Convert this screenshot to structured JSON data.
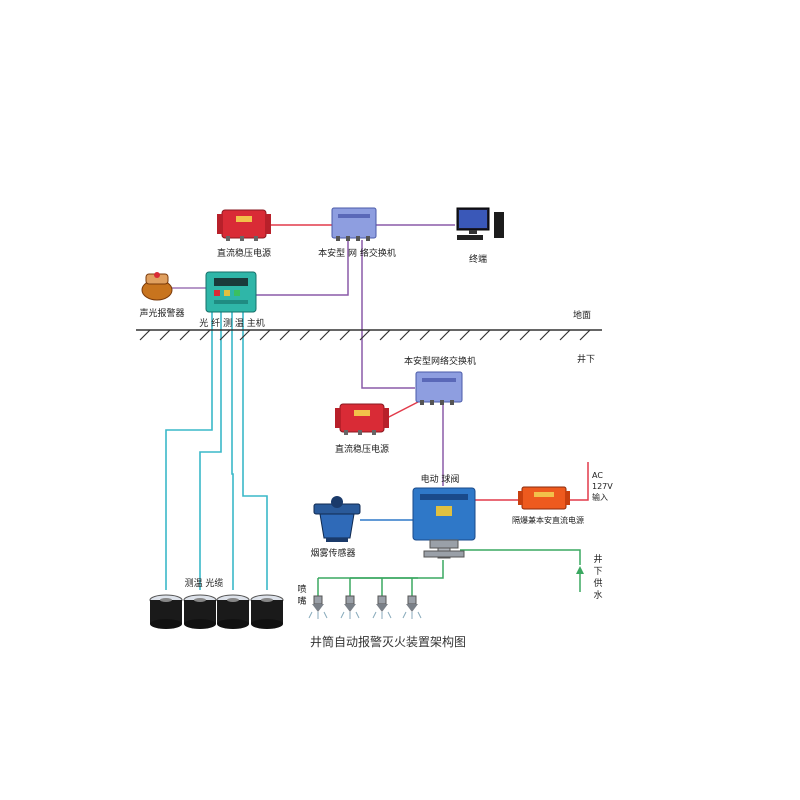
{
  "labels": {
    "dc_power_top": "直流稳压电源",
    "switch_top": "本安型 网 络交换机",
    "terminal": "终端",
    "alarm": "声光报警器",
    "host": "光 纤 测 温 主机",
    "ground": "地面",
    "underground": "井下",
    "switch_bottom": "本安型网络交换机",
    "dc_power_bottom": "直流稳压电源",
    "valve": "电动 球阀",
    "ac_input": [
      "AC",
      "127V",
      "输入"
    ],
    "isolated_power": "隔爆兼本安直流电源",
    "smoke_sensor": "烟雾传感器",
    "cable": "测温 光缆",
    "nozzle": [
      "喷",
      "嘴"
    ],
    "water_supply": [
      "井",
      "下",
      "供",
      "水"
    ],
    "caption": "井筒自动报警灭火装置架构图"
  },
  "colors": {
    "fiber": "#3ab8c8",
    "network": "#8a5aa8",
    "power": "#e23a4a",
    "water": "#3aa860",
    "box_red": "#d92b36",
    "box_blue": "#2f78c8",
    "box_lavender": "#8e9ee0",
    "box_teal": "#2fb6a8"
  }
}
